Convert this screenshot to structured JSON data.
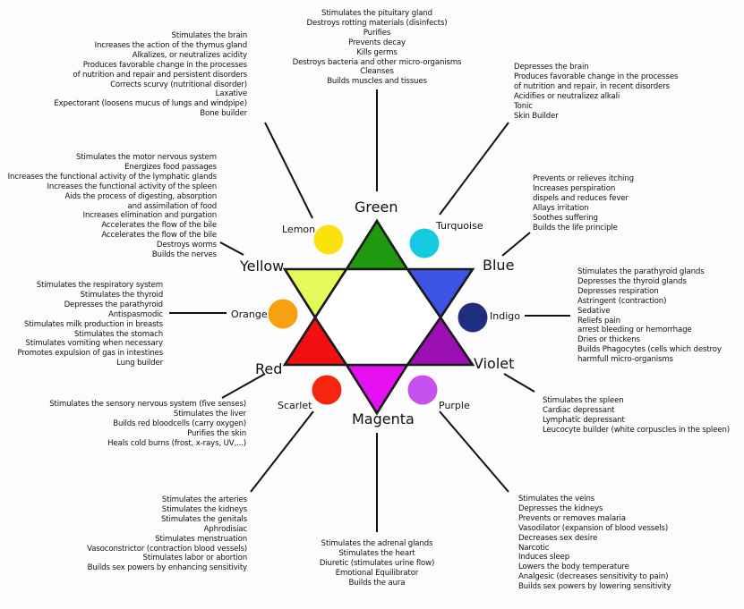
{
  "diagram": {
    "title": "",
    "primary_colors": [
      {
        "id": "green",
        "label": "Green",
        "hex": "#1f9a10"
      },
      {
        "id": "blue",
        "label": "Blue",
        "hex": "#3c55e4"
      },
      {
        "id": "violet",
        "label": "Violet",
        "hex": "#9c10b3"
      },
      {
        "id": "magenta",
        "label": "Magenta",
        "hex": "#e410f0"
      },
      {
        "id": "red",
        "label": "Red",
        "hex": "#f20f12"
      },
      {
        "id": "yellow",
        "label": "Yellow",
        "hex": "#e6f95a"
      }
    ],
    "secondary_colors": [
      {
        "id": "lemon",
        "label": "Lemon",
        "hex": "#fbe20f"
      },
      {
        "id": "turquoise",
        "label": "Turquoise",
        "hex": "#17c9e0"
      },
      {
        "id": "indigo",
        "label": "Indigo",
        "hex": "#202e80"
      },
      {
        "id": "purple",
        "label": "Purple",
        "hex": "#c552ef"
      },
      {
        "id": "scarlet",
        "label": "Scarlet",
        "hex": "#f5260f"
      },
      {
        "id": "orange",
        "label": "Orange",
        "hex": "#f7a012"
      }
    ],
    "properties": {
      "green": [
        "Stimulates the pituitary gland",
        "Destroys rotting materials (disinfects)",
        "Purifies",
        "Prevents decay",
        "Kills germs",
        "Destroys bacteria and other micro-organisms",
        "Cleanses",
        "Builds muscles and tissues"
      ],
      "lemon": [
        "Stimulates the brain",
        "Increases the action of the thymus gland",
        "Alkalizes, or neutralizes acidity",
        "Produces favorable change in the processes",
        "of nutrition and repair and persistent disorders",
        "Corrects scurvy (nutritional disorder)",
        "Laxative",
        "Expectorant (loosens mucus of lungs and windpipe)",
        "Bone builder"
      ],
      "turquoise": [
        "Depresses the brain",
        "Produces favorable change in the processes",
        "of nutrition and repair, in recent disorders",
        "Acidifies or neutralizez alkali",
        "Tonic",
        "Skin Builder"
      ],
      "yellow": [
        "Stimulates the motor nervous system",
        "Energizes food passages",
        "Increases the functional activity of the lymphatic glands",
        "Increases the functional activity of the spleen",
        "Aids the process of digesting, absorption",
        "and assimilation of food",
        "Increases elimination and purgation",
        "Accelerates the flow of the bile",
        "Accelerates the flow of the bile",
        "Destroys worms",
        "Builds the nerves"
      ],
      "blue": [
        "Prevents or relieves itching",
        "Increases perspiration",
        "dispels and reduces fever",
        "Allays irritation",
        "Soothes suffering",
        "Builds the life principle"
      ],
      "orange": [
        "Stimulates the respiratory system",
        "Stimulates the thyroid",
        "Depresses the parathyroid",
        "Antispasmodic",
        "Stimulates milk production in breasts",
        "Stimulates the stomach",
        "Stimulates vomiting when necessary",
        "Promotes expulsion of gas in intestines",
        "Lung builder"
      ],
      "indigo": [
        "Stimulates the parathyroid glands",
        "Depresses the thyroid glands",
        "Depresses respiration",
        "Astringent (contraction)",
        "Sedative",
        "Reliefs pain",
        "arrest bleeding or hemorrhage",
        "Dries or thickens",
        "Builds Phagocytes (cells which destroy",
        "harmfull micro-organisms"
      ],
      "red": [
        "Stimulates the sensory nervous system (five senses)",
        "Stimulates the liver",
        "Builds red bloodcells (carry oxygen)",
        "Purifies the skin",
        "Heals cold burns (frost, x-rays, UV,...)"
      ],
      "violet": [
        "Stimulates the spleen",
        "Cardiac depressant",
        "Lymphatic depressant",
        "Leucocyte builder (white corpuscles in the spleen)"
      ],
      "scarlet": [
        "Stimulates the arteries",
        "Stimulates the kidneys",
        "Stimulates the genitals",
        "Aphrodisiac",
        "Stimulates menstruation",
        "Vasoconstrictor (contraction blood vessels)",
        "Stimulates labor or abortion",
        "Builds sex powers by enhancing sensitivity"
      ],
      "magenta": [
        "Stimulates the adrenal glands",
        "Stimulates the heart",
        "Diuretic (stimulates urine flow)",
        "Emotional Equilibrator",
        "Builds the aura"
      ],
      "purple": [
        "Stimulates the veins",
        "Depresses the kidneys",
        "Prevents or removes malaria",
        "Vasodilator (expansion of blood vessels)",
        "Decreases sex desire",
        "Narcotic",
        "Induces sleep",
        "Lowers the body temperature",
        "Analgesic (decreases sensitivity to pain)",
        "Builds sex powers by lowering sensitivity"
      ]
    }
  }
}
